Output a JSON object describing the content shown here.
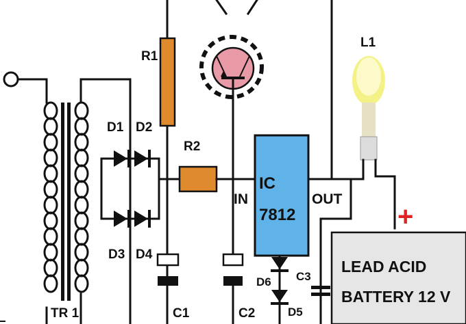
{
  "labels": {
    "r1": "R1",
    "r2": "R2",
    "d1": "D1",
    "d2": "D2",
    "d3": "D3",
    "d4": "D4",
    "d5": "D5",
    "d6": "D6",
    "c1": "C1",
    "c2": "C2",
    "c3": "C3",
    "l1": "L1",
    "tr1": "TR 1",
    "in": "IN",
    "out": "OUT",
    "ic_line1": "IC",
    "ic_line2": "7812",
    "battery_line1": "LEAD ACID",
    "battery_line2": "BATTERY 12 V",
    "plus": "+"
  },
  "colors": {
    "wire": "#111111",
    "resistor": "#e08a2e",
    "ic_fill": "#5fb3e8",
    "transistor_fill": "#e89aa6",
    "lamp_glow": "#f3ef7a",
    "battery_fill": "#e6e6e6",
    "plus_sign": "#e02424"
  }
}
